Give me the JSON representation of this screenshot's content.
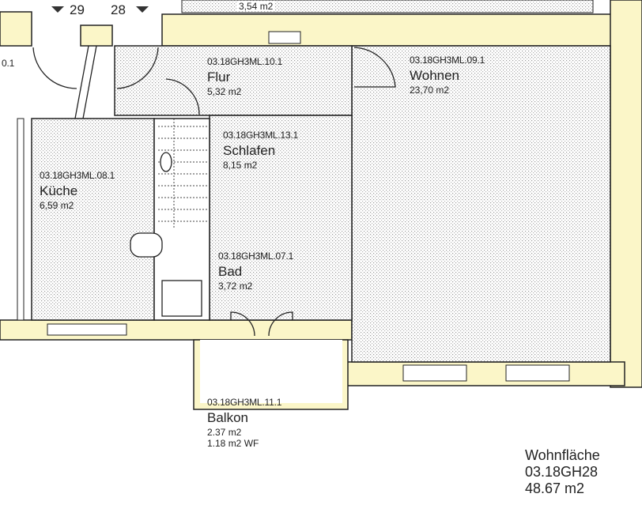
{
  "markers": {
    "left": "29",
    "right": "28",
    "partial_area": "3,54 m2",
    "partial_code": "0.1"
  },
  "rooms": [
    {
      "code": "03.18GH3ML.10.1",
      "name": "Flur",
      "area": "5,32 m2"
    },
    {
      "code": "03.18GH3ML.09.1",
      "name": "Wohnen",
      "area": "23,70 m2"
    },
    {
      "code": "03.18GH3ML.13.1",
      "name": "Schlafen",
      "area": "8,15 m2"
    },
    {
      "code": "03.18GH3ML.08.1",
      "name": "Küche",
      "area": "6,59 m2"
    },
    {
      "code": "03.18GH3ML.07.1",
      "name": "Bad",
      "area": "3,72 m2"
    },
    {
      "code": "03.18GH3ML.11.1",
      "name": "Balkon",
      "area": "2.37 m2",
      "area_wf": "1.18 m2 WF"
    }
  ],
  "summary": {
    "label": "Wohnfläche",
    "code": "03.18GH28",
    "total": "48.67 m2"
  },
  "colors": {
    "wall": "#fbf6c8",
    "line": "#222222",
    "stipple": "#9a9a9a"
  }
}
